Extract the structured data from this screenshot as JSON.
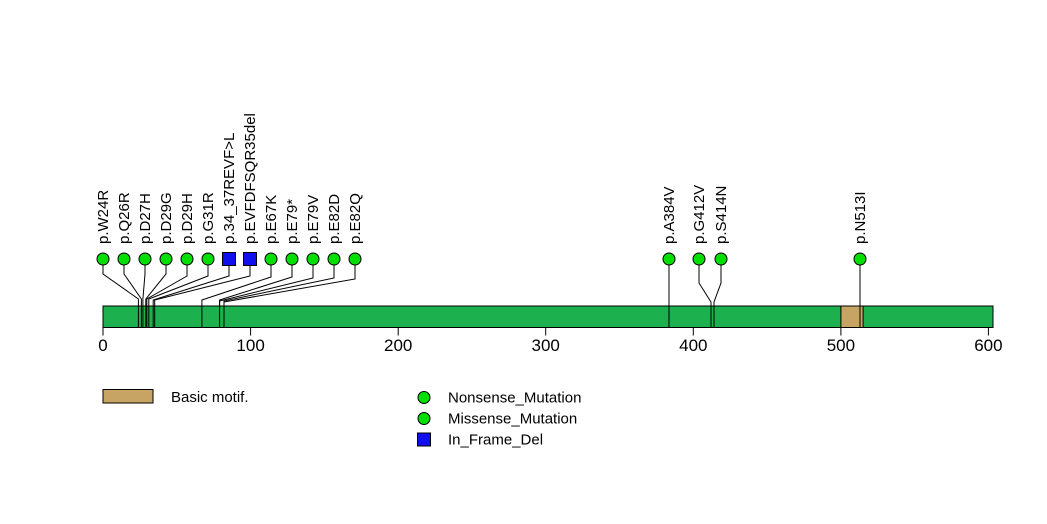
{
  "chart_data": {
    "type": "lollipop",
    "title": "",
    "xlabel": "",
    "x_ticks": [
      0,
      100,
      200,
      300,
      400,
      500,
      600
    ],
    "xlim": [
      0,
      603
    ],
    "grid": false,
    "protein": {
      "start": 0,
      "end": 603,
      "color": "#1CB14E"
    },
    "domains": [
      {
        "name": "Basic motif.",
        "start": 500,
        "end": 515,
        "color": "#C8A464"
      }
    ],
    "palette": {
      "Nonsense_Mutation": "#00DF00",
      "Missense_Mutation": "#00DF00",
      "In_Frame_Del": "#1010EE"
    },
    "mutations": [
      {
        "label": "p.W24R",
        "position": 24,
        "type": "Missense_Mutation"
      },
      {
        "label": "p.Q26R",
        "position": 26,
        "type": "Missense_Mutation"
      },
      {
        "label": "p.D27H",
        "position": 27,
        "type": "Missense_Mutation"
      },
      {
        "label": "p.D29G",
        "position": 29,
        "type": "Missense_Mutation"
      },
      {
        "label": "p.D29H",
        "position": 29,
        "type": "Missense_Mutation"
      },
      {
        "label": "p.G31R",
        "position": 31,
        "type": "Missense_Mutation"
      },
      {
        "label": "p.34_37REVF>L",
        "position": 34,
        "type": "In_Frame_Del"
      },
      {
        "label": "p.EVFDFSQR35del",
        "position": 35,
        "type": "In_Frame_Del"
      },
      {
        "label": "p.E67K",
        "position": 67,
        "type": "Missense_Mutation"
      },
      {
        "label": "p.E79*",
        "position": 79,
        "type": "Nonsense_Mutation"
      },
      {
        "label": "p.E79V",
        "position": 79,
        "type": "Missense_Mutation"
      },
      {
        "label": "p.E82D",
        "position": 82,
        "type": "Missense_Mutation"
      },
      {
        "label": "p.E82Q",
        "position": 82,
        "type": "Missense_Mutation"
      },
      {
        "label": "p.A384V",
        "position": 384,
        "type": "Missense_Mutation"
      },
      {
        "label": "p.G412V",
        "position": 412,
        "type": "Missense_Mutation"
      },
      {
        "label": "p.S414N",
        "position": 414,
        "type": "Missense_Mutation"
      },
      {
        "label": "p.N513I",
        "position": 513,
        "type": "Missense_Mutation"
      }
    ],
    "legend": {
      "domain_label": "Basic motif.",
      "items": [
        {
          "label": "Nonsense_Mutation",
          "shape": "circle",
          "color": "#00DF00"
        },
        {
          "label": "Missense_Mutation",
          "shape": "circle",
          "color": "#00DF00"
        },
        {
          "label": "In_Frame_Del",
          "shape": "square",
          "color": "#1010EE"
        }
      ]
    }
  }
}
